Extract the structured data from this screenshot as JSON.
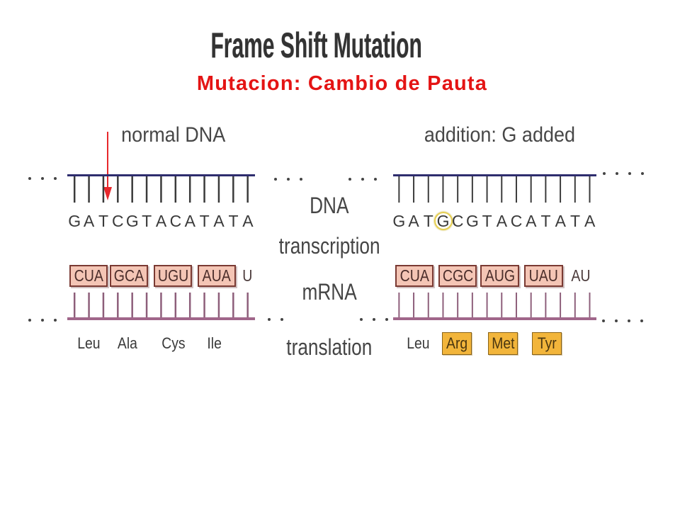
{
  "title": "Frame Shift Mutation",
  "subtitle": "Mutacion: Cambio de Pauta",
  "labels": {
    "dna": "DNA",
    "transcription": "transcription",
    "mrna": "mRNA",
    "translation": "translation"
  },
  "normal": {
    "heading": "normal DNA",
    "dna_sequence": [
      "G",
      "A",
      "T",
      "C",
      "G",
      "T",
      "A",
      "C",
      "A",
      "T",
      "A",
      "T",
      "A"
    ],
    "codons": [
      "CUA",
      "GCA",
      "UGU",
      "AUA"
    ],
    "trailing_bases": "U",
    "amino_acids": [
      {
        "name": "Leu",
        "changed": false
      },
      {
        "name": "Ala",
        "changed": false
      },
      {
        "name": "Cys",
        "changed": false
      },
      {
        "name": "Ile",
        "changed": false
      }
    ]
  },
  "addition": {
    "heading": "addition: G added",
    "dna_sequence": [
      "G",
      "A",
      "T",
      "G",
      "C",
      "G",
      "T",
      "A",
      "C",
      "A",
      "T",
      "A",
      "T",
      "A"
    ],
    "inserted_base_index": 3,
    "codons": [
      "CUA",
      "CGC",
      "AUG",
      "UAU"
    ],
    "trailing_bases": "AU",
    "amino_acids": [
      {
        "name": "Leu",
        "changed": false
      },
      {
        "name": "Arg",
        "changed": true
      },
      {
        "name": "Met",
        "changed": true
      },
      {
        "name": "Tyr",
        "changed": true
      }
    ]
  },
  "colors": {
    "title": "#333333",
    "subtitle": "#e41414",
    "mutation_arrow": "#e8282c",
    "dna_strand": "#2e2d6e",
    "mrna_strand": "#a0668a",
    "codon_box": "#f4c5b5",
    "changed_amino_acid": "#f2b53b",
    "inserted_base_ring": "#e6cf52"
  }
}
